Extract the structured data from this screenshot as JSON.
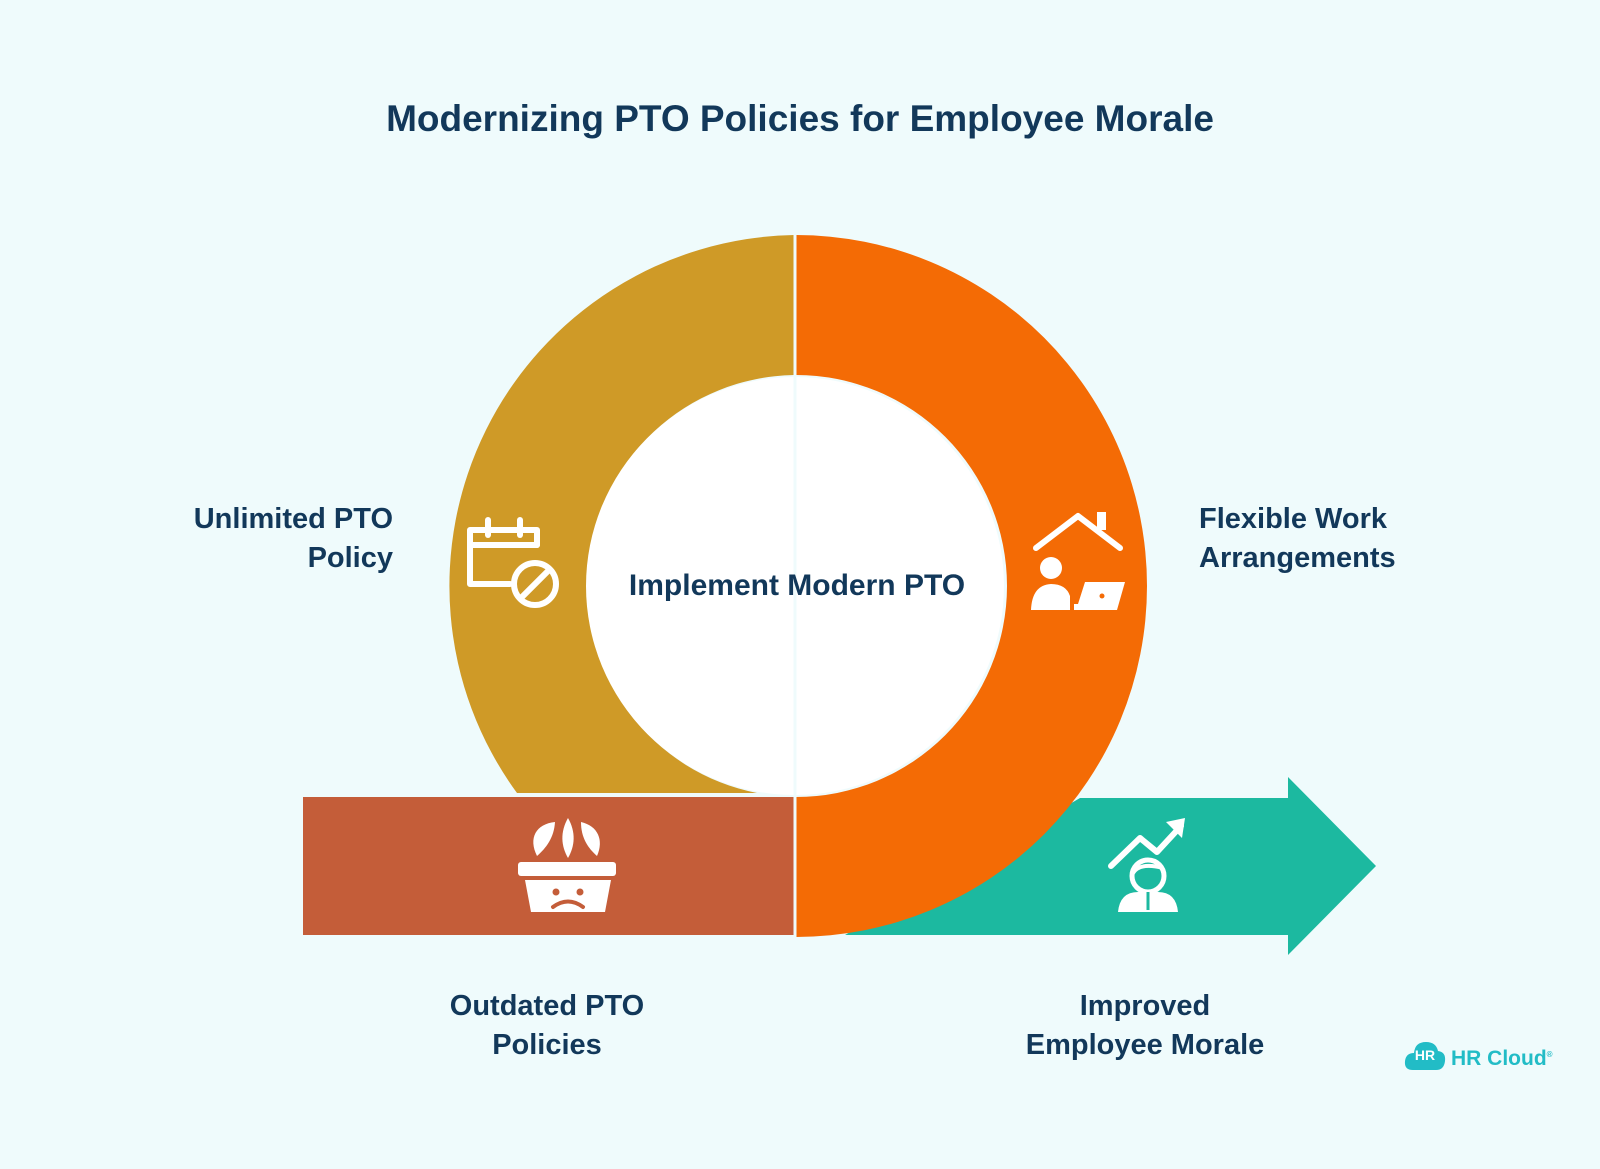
{
  "title": "Modernizing PTO Policies for Employee Morale",
  "center_label": "Implement Modern PTO",
  "stages": {
    "outdated": {
      "label_line1": "Outdated PTO",
      "label_line2": "Policies",
      "icon": "sad-plant-pot-icon",
      "color": "#c45d39"
    },
    "unlimited": {
      "label_line1": "Unlimited PTO",
      "label_line2": "Policy",
      "icon": "calendar-cancel-icon",
      "color": "#cf9a27"
    },
    "flexible": {
      "label_line1": "Flexible Work",
      "label_line2": "Arrangements",
      "icon": "work-from-home-icon",
      "color": "#f46b05"
    },
    "improved": {
      "label_line1": "Improved",
      "label_line2": "Employee Morale",
      "icon": "growth-person-icon",
      "color": "#1cb9a0"
    }
  },
  "logo": {
    "mark": "HR",
    "text": "HR Cloud",
    "registered": "®",
    "color": "#22bcc6"
  },
  "colors": {
    "background": "#effbfc",
    "text": "#12385a",
    "inner_circle": "#ffffff"
  }
}
